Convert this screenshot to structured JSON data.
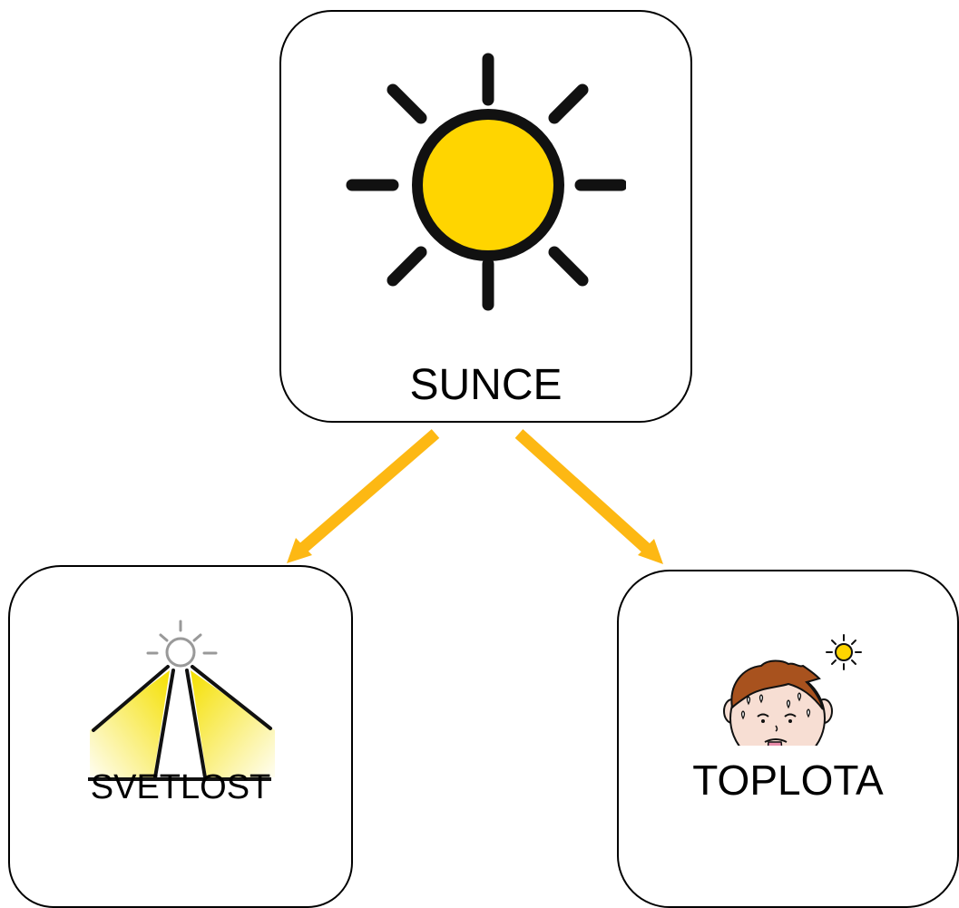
{
  "nodes": {
    "sunce": {
      "label": "SUNCE",
      "icon": "sun-icon"
    },
    "svetlost": {
      "label": "SVETLOST",
      "icon": "light-beams-icon"
    },
    "toplota": {
      "label": "TOPLOTA",
      "icon": "hot-face-icon"
    }
  },
  "edges": [
    {
      "from": "SUNCE",
      "to": "SVETLOST"
    },
    {
      "from": "SUNCE",
      "to": "TOPLOTA"
    }
  ],
  "colors": {
    "arrow": "#FDB813",
    "sun_fill": "#FFD500",
    "card_border": "#000000",
    "light_beam": "#F5E000",
    "face_skin": "#F7DED3",
    "hair": "#A8521E"
  }
}
